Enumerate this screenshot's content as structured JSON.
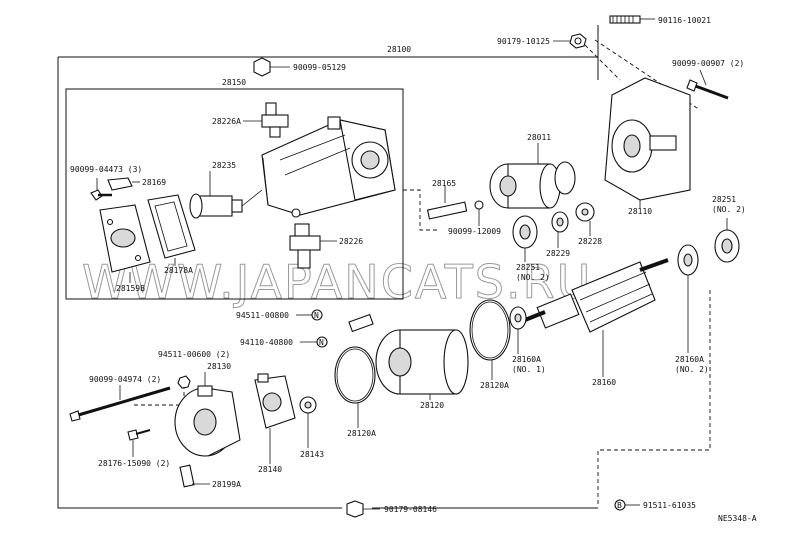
{
  "watermark": "WWW.JAPANCATS.RU",
  "diagram_code": "NE5348-A",
  "labels": {
    "assembly": "28100",
    "sub_assembly": "28150",
    "p1": "90116-10021",
    "p2": "90179-10125",
    "p3": "90099-00907 (2)",
    "p4": "90099-05129",
    "p5": "28226A",
    "p6": "28011",
    "p7": "90099-04473 (3)",
    "p8": "28169",
    "p9": "28235",
    "p10": "28165",
    "p11": "28110",
    "p12": "28251",
    "p13": "(NO. 2)",
    "p14": "90099-12009",
    "p15": "28228",
    "p16": "28229",
    "p17": "28226",
    "p18": "28251",
    "p19": "(NO. 2)",
    "p20": "28178A",
    "p21": "28159B",
    "p22": "94511-00800",
    "p23": "94110-40800",
    "p24": "28160A",
    "p25": "(NO. 1)",
    "p26": "28160",
    "p27": "28160A",
    "p28": "(NO. 2)",
    "p29": "94511-00600 (2)",
    "p30": "28130",
    "p31": "90099-04974 (2)",
    "p32": "28120",
    "p33": "28120A",
    "p34": "28120A",
    "p35": "28176-15090 (2)",
    "p36": "28143",
    "p37": "28140",
    "p38": "28199A",
    "p39": "90179-08146",
    "p40": "91511-61035"
  },
  "markers": {
    "m1": "N",
    "m2": "N",
    "m3": "B"
  }
}
